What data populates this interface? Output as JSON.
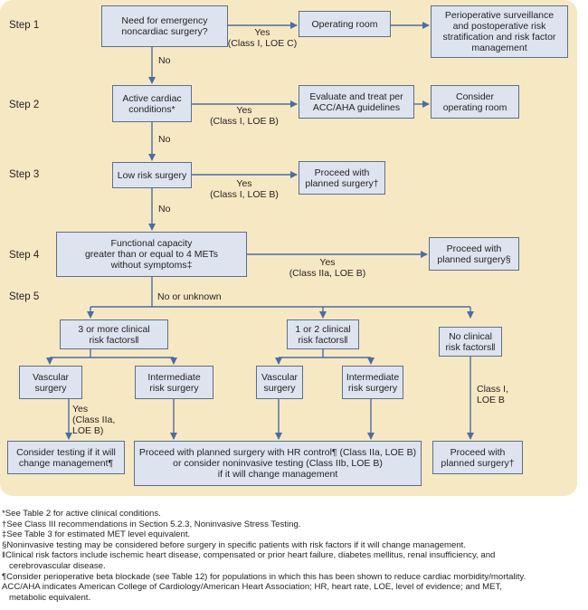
{
  "steps": [
    "Step 1",
    "Step 2",
    "Step 3",
    "Step 4",
    "Step 5"
  ],
  "boxes": {
    "emergency": "Need for emergency\nnoncardiac surgery?",
    "operating_room": "Operating room",
    "periop": "Perioperative surveillance\nand postoperative risk\nstratification and risk factor\nmanagement",
    "active_cardiac": "Active cardiac\nconditions*",
    "evaluate": "Evaluate and treat per\nACC/AHA guidelines",
    "consider_or": "Consider\noperating room",
    "low_risk": "Low risk surgery",
    "proceed_step3": "Proceed with\nplanned surgery†",
    "functional": "Functional capacity\ngreater than or equal to 4 METs\nwithout symptoms‡",
    "proceed_step4": "Proceed with\nplanned surgery§",
    "three_more": "3 or more clinical\nrisk factors‖",
    "one_two": "1 or 2 clinical\nrisk factors‖",
    "no_clinical": "No clinical\nrisk factors‖",
    "vascular_a": "Vascular\nsurgery",
    "intermediate_a": "Intermediate\nrisk surgery",
    "vascular_b": "Vascular\nsurgery",
    "intermediate_b": "Intermediate\nrisk surgery",
    "consider_testing": "Consider testing if it will\nchange management¶",
    "proceed_hr": "Proceed with planned surgery with HR control¶ (Class IIa, LOE B)\nor consider noninvasive testing (Class IIb, LOE B)\nif it will change management",
    "proceed_final": "Proceed with\nplanned surgery†"
  },
  "labels": {
    "yes1": "Yes\n(Class I, LOE C)",
    "yes2": "Yes\n(Class I, LOE B)",
    "yes3": "Yes\n(Class I, LOE B)",
    "yes4": "Yes\n(Class IIa, LOE B)",
    "no1": "No",
    "no2": "No",
    "no3": "No",
    "no_unknown": "No or unknown",
    "yes_vascular": "Yes\n(Class IIa,\nLOE B)",
    "class_i": "Class I,\nLOE B"
  },
  "footnotes": [
    "*See Table 2 for active clinical conditions.",
    "†See Class III recommendations in Section 5.2.3, Noninvasive Stress Testing.",
    "‡See Table 3 for estimated MET level equivalent.",
    "§Noninvasive testing may be considered before surgery in specific patients with risk factors if it will change management.",
    "‖Clinical risk factors include ischemic heart disease, compensated or prior heart failure, diabetes mellitus, renal insufficiency, and",
    "cerebrovascular disease.",
    "¶Consider perioperative beta blockade (see Table 12) for populations in which this has been shown to reduce cardiac morbidity/mortality.",
    "ACC/AHA indicates American College of Cardiology/American Heart Association; HR, heart rate, LOE, level of evidence; and MET,",
    "metabolic equivalent."
  ],
  "colors": {
    "panel": "#f7e8c4",
    "box": "#dde4ef",
    "box_border": "#5b6f8a",
    "arrow": "#4a6ea3"
  }
}
